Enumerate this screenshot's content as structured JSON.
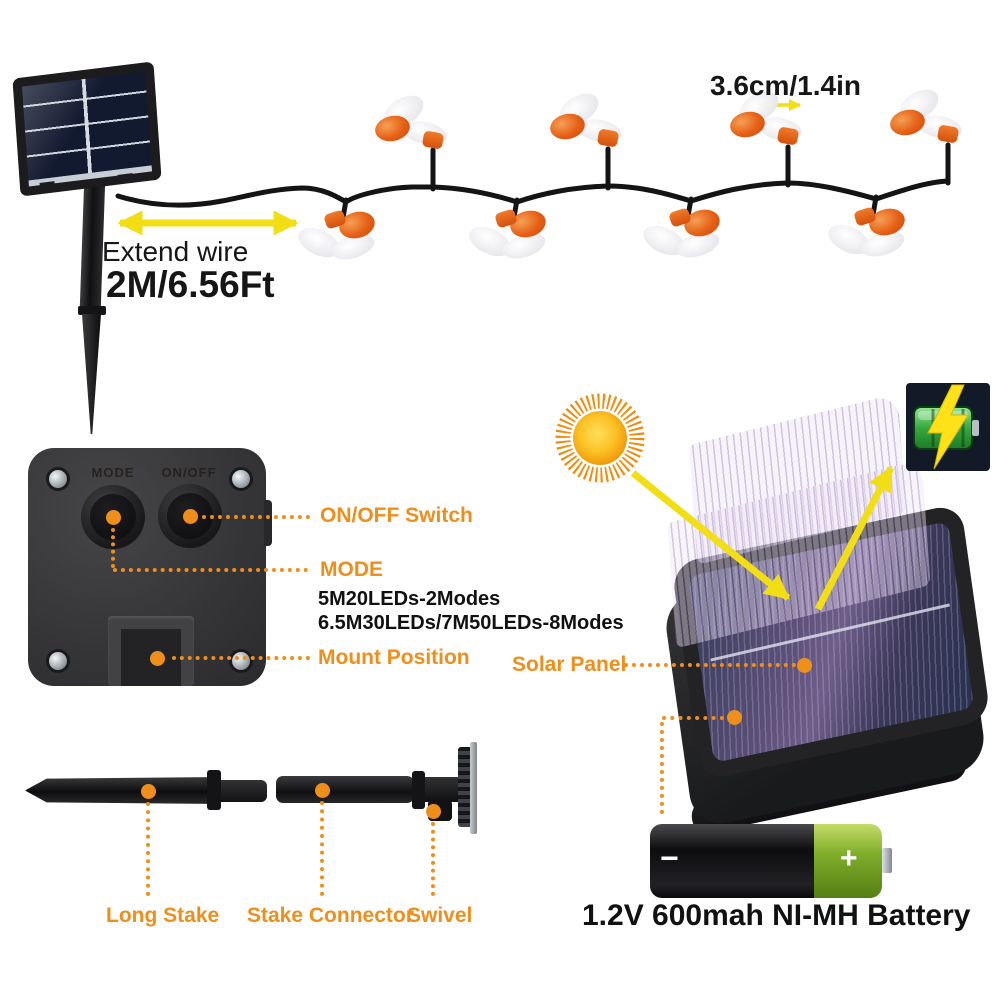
{
  "title": "Solar bee string lights infographic",
  "colors": {
    "accent_orange": "#EE8F1C",
    "arrow_yellow": "#F2DE14",
    "bee_orange": "#E25A14",
    "wire_black": "#141414",
    "battery_green": "#7FAE2A",
    "icon_battery_green": "#3FBF4F",
    "bolt_yellow": "#FFE11A"
  },
  "icons": {
    "sun": "sun-icon",
    "charging_battery": "charging-battery-icon",
    "lightning_bolt": "lightning-bolt-icon",
    "bee": "bee-light-icon",
    "screw": "screw-icon"
  },
  "top": {
    "bee_spacing": "3.6cm/1.4in",
    "extend_wire_line1": "Extend wire",
    "extend_wire_line2": "2M/6.56Ft"
  },
  "controller": {
    "engraved_mode": "MODE",
    "engraved_onoff": "ON/OFF",
    "callout_onoff": "ON/OFF Switch",
    "callout_mode": "MODE",
    "modes_line1": "5M20LEDs-2Modes",
    "modes_line2": "6.5M30LEDs/7M50LEDs-8Modes",
    "callout_mount": "Mount Position"
  },
  "charging": {
    "solar_panel_label": "Solar Panel"
  },
  "stake": {
    "long_stake": "Long Stake",
    "connector": "Stake Connector",
    "swivel": "Swivel"
  },
  "battery": {
    "minus": "−",
    "plus": "+",
    "spec": "1.2V 600mah NI-MH Battery"
  }
}
